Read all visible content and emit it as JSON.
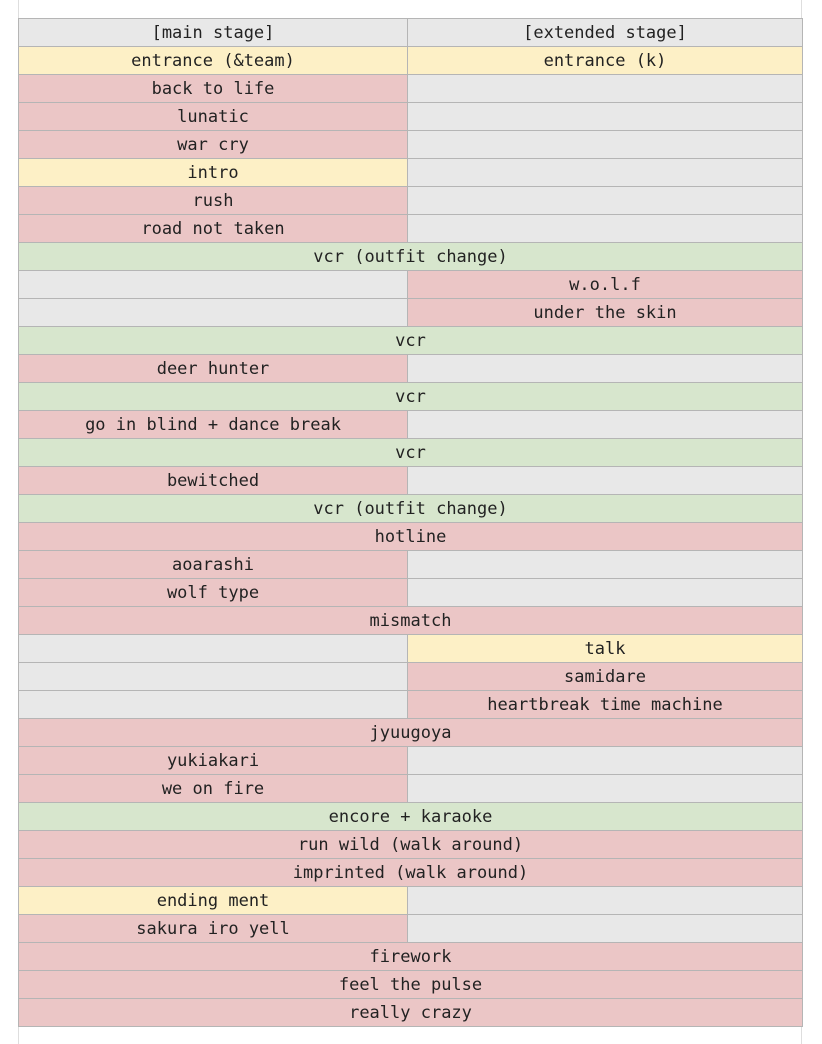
{
  "header": {
    "main": "[main stage]",
    "extended": "[extended stage]"
  },
  "colors": {
    "gray": "#e8e8e8",
    "yellow": "#fdf0c6",
    "pink": "#ebc6c6",
    "green": "#d7e6cd",
    "border": "#b5b5b5"
  },
  "rows": [
    {
      "type": "split",
      "left": "entrance (&team)",
      "left_color": "yellow",
      "right": "entrance (k)",
      "right_color": "yellow"
    },
    {
      "type": "split",
      "left": "back to life",
      "left_color": "pink",
      "right": "",
      "right_color": "gray"
    },
    {
      "type": "split",
      "left": "lunatic",
      "left_color": "pink",
      "right": "",
      "right_color": "gray"
    },
    {
      "type": "split",
      "left": "war cry",
      "left_color": "pink",
      "right": "",
      "right_color": "gray"
    },
    {
      "type": "split",
      "left": "intro",
      "left_color": "yellow",
      "right": "",
      "right_color": "gray"
    },
    {
      "type": "split",
      "left": "rush",
      "left_color": "pink",
      "right": "",
      "right_color": "gray"
    },
    {
      "type": "split",
      "left": "road not taken",
      "left_color": "pink",
      "right": "",
      "right_color": "gray"
    },
    {
      "type": "full",
      "text": "vcr (outfit change)",
      "color": "green"
    },
    {
      "type": "split",
      "left": "",
      "left_color": "gray",
      "right": "w.o.l.f",
      "right_color": "pink"
    },
    {
      "type": "split",
      "left": "",
      "left_color": "gray",
      "right": "under the skin",
      "right_color": "pink"
    },
    {
      "type": "full",
      "text": "vcr",
      "color": "green"
    },
    {
      "type": "split",
      "left": "deer hunter",
      "left_color": "pink",
      "right": "",
      "right_color": "gray"
    },
    {
      "type": "full",
      "text": "vcr",
      "color": "green"
    },
    {
      "type": "split",
      "left": "go in blind + dance break",
      "left_color": "pink",
      "right": "",
      "right_color": "gray"
    },
    {
      "type": "full",
      "text": "vcr",
      "color": "green"
    },
    {
      "type": "split",
      "left": "bewitched",
      "left_color": "pink",
      "right": "",
      "right_color": "gray"
    },
    {
      "type": "full",
      "text": "vcr (outfit change)",
      "color": "green"
    },
    {
      "type": "full",
      "text": "hotline",
      "color": "pink"
    },
    {
      "type": "split",
      "left": "aoarashi",
      "left_color": "pink",
      "right": "",
      "right_color": "gray"
    },
    {
      "type": "split",
      "left": "wolf type",
      "left_color": "pink",
      "right": "",
      "right_color": "gray"
    },
    {
      "type": "full",
      "text": "mismatch",
      "color": "pink"
    },
    {
      "type": "split",
      "left": "",
      "left_color": "gray",
      "right": "talk",
      "right_color": "yellow"
    },
    {
      "type": "split",
      "left": "",
      "left_color": "gray",
      "right": "samidare",
      "right_color": "pink"
    },
    {
      "type": "split",
      "left": "",
      "left_color": "gray",
      "right": "heartbreak time machine",
      "right_color": "pink"
    },
    {
      "type": "full",
      "text": "jyuugoya",
      "color": "pink"
    },
    {
      "type": "split",
      "left": "yukiakari",
      "left_color": "pink",
      "right": "",
      "right_color": "gray"
    },
    {
      "type": "split",
      "left": "we on fire",
      "left_color": "pink",
      "right": "",
      "right_color": "gray"
    },
    {
      "type": "full",
      "text": "encore + karaoke",
      "color": "green"
    },
    {
      "type": "full",
      "text": "run wild (walk around)",
      "color": "pink"
    },
    {
      "type": "full",
      "text": "imprinted (walk around)",
      "color": "pink"
    },
    {
      "type": "split",
      "left": "ending ment",
      "left_color": "yellow",
      "right": "",
      "right_color": "gray"
    },
    {
      "type": "split",
      "left": "sakura iro yell",
      "left_color": "pink",
      "right": "",
      "right_color": "gray"
    },
    {
      "type": "full",
      "text": "firework",
      "color": "pink"
    },
    {
      "type": "full",
      "text": "feel the pulse",
      "color": "pink"
    },
    {
      "type": "full",
      "text": "really crazy",
      "color": "pink"
    }
  ]
}
